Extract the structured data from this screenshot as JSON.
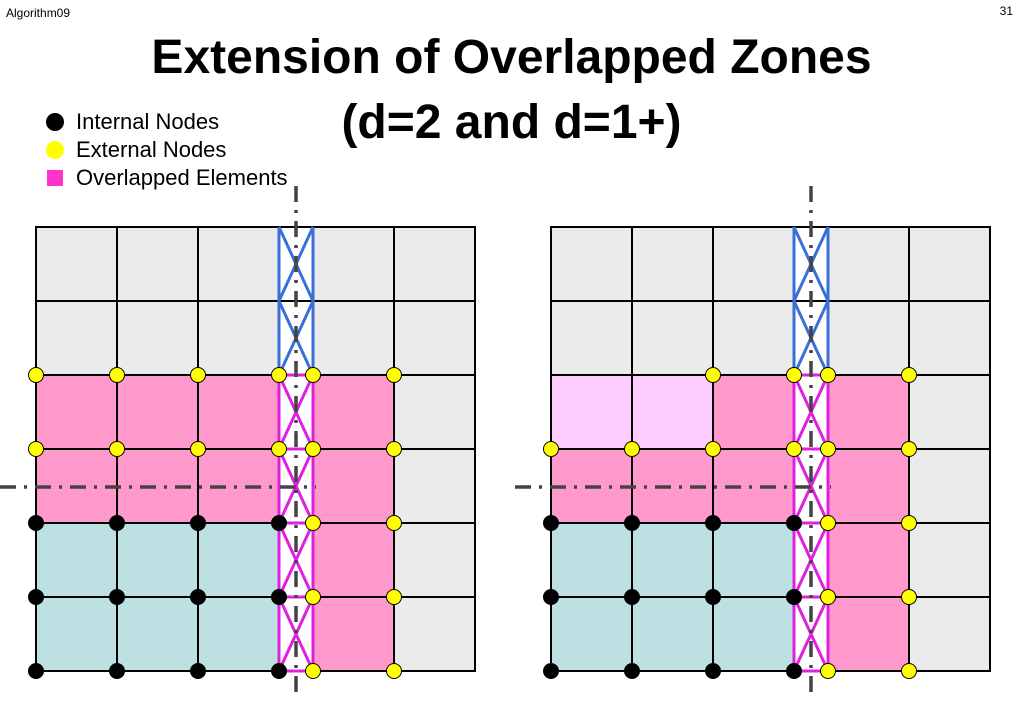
{
  "header": {
    "left_label": "Algorithm09",
    "page_number": "31"
  },
  "title": {
    "line1": "Extension of Overlapped Zones",
    "line2": "(d=2 and d=1+)"
  },
  "legend": [
    {
      "label": "Internal Nodes",
      "color": "#000000"
    },
    {
      "label": "External Nodes",
      "color": "#ffff00"
    },
    {
      "label": "Overlapped Elements",
      "color": "#ff33cc"
    }
  ],
  "colors": {
    "gray": "#ebebeb",
    "pink": "#ff99cc",
    "light_pink": "#ffccff",
    "blue": "#bde0e3",
    "magenta_line": "#e020e0",
    "blue_line": "#3a6fd8",
    "dash": "#444444",
    "grid": "#000000"
  },
  "grids": [
    {
      "name": "d2",
      "rows": [
        [
          "gray",
          "gray",
          "gray",
          "white",
          "gray",
          "gray"
        ],
        [
          "gray",
          "gray",
          "gray",
          "white",
          "gray",
          "gray"
        ],
        [
          "pink",
          "pink",
          "pink",
          "white",
          "pink",
          "gray"
        ],
        [
          "pink",
          "pink",
          "pink",
          "white",
          "pink",
          "gray"
        ],
        [
          "blue",
          "blue",
          "blue",
          "white",
          "pink",
          "gray"
        ],
        [
          "blue",
          "blue",
          "blue",
          "white",
          "pink",
          "gray"
        ]
      ],
      "nodes_left": [
        [
          "ext",
          "ext",
          "ext",
          "ext"
        ],
        [
          "ext",
          "ext",
          "ext",
          "ext"
        ],
        [
          "int",
          "int",
          "int",
          "int"
        ],
        [
          "int",
          "int",
          "int",
          "int"
        ],
        [
          "int",
          "int",
          "int",
          "int"
        ]
      ],
      "nodes_right": [
        [
          "ext",
          "ext"
        ],
        [
          "ext",
          "ext"
        ],
        [
          "ext",
          "ext"
        ],
        [
          "ext",
          "ext"
        ],
        [
          "ext",
          "ext"
        ]
      ]
    },
    {
      "name": "d1plus",
      "rows": [
        [
          "gray",
          "gray",
          "gray",
          "white",
          "gray",
          "gray"
        ],
        [
          "gray",
          "gray",
          "gray",
          "white",
          "gray",
          "gray"
        ],
        [
          "light_pink",
          "light_pink",
          "pink",
          "white",
          "pink",
          "gray"
        ],
        [
          "pink",
          "pink",
          "pink",
          "white",
          "pink",
          "gray"
        ],
        [
          "blue",
          "blue",
          "blue",
          "white",
          "pink",
          "gray"
        ],
        [
          "blue",
          "blue",
          "blue",
          "white",
          "pink",
          "gray"
        ]
      ],
      "nodes_left": [
        [
          "none",
          "none",
          "ext",
          "ext"
        ],
        [
          "ext",
          "ext",
          "ext",
          "ext"
        ],
        [
          "int",
          "int",
          "int",
          "int"
        ],
        [
          "int",
          "int",
          "int",
          "int"
        ],
        [
          "int",
          "int",
          "int",
          "int"
        ]
      ],
      "nodes_right": [
        [
          "ext",
          "ext"
        ],
        [
          "ext",
          "ext"
        ],
        [
          "ext",
          "ext"
        ],
        [
          "ext",
          "ext"
        ],
        [
          "ext",
          "ext"
        ]
      ]
    }
  ]
}
